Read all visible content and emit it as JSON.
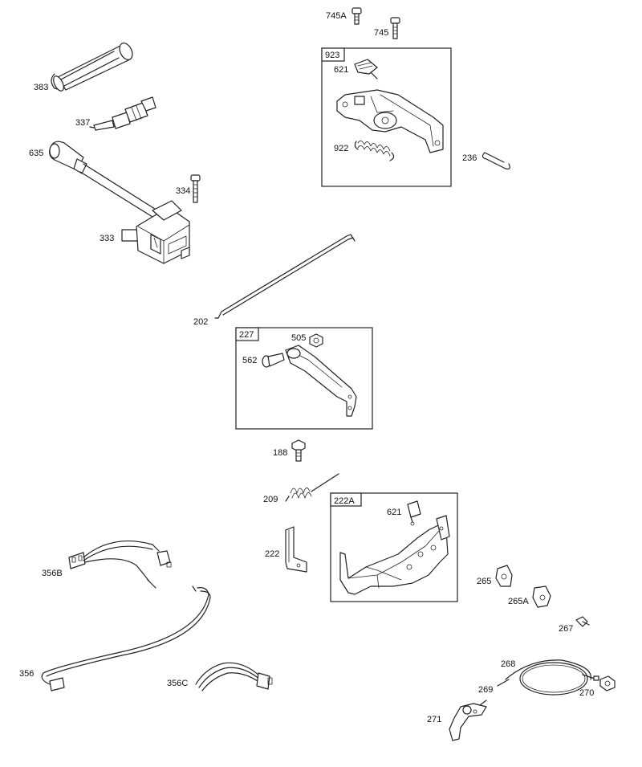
{
  "groups": {
    "g923": "923",
    "g227": "227",
    "g222A": "222A"
  },
  "parts": {
    "p745A": "745A",
    "p745": "745",
    "p383": "383",
    "p337": "337",
    "p635": "635",
    "p334": "334",
    "p333": "333",
    "p621_top": "621",
    "p922": "922",
    "p236": "236",
    "p202": "202",
    "p505": "505",
    "p562": "562",
    "p188": "188",
    "p209": "209",
    "p621_bottom": "621",
    "p222": "222",
    "p356B": "356B",
    "p356": "356",
    "p356C": "356C",
    "p265": "265",
    "p265A": "265A",
    "p267": "267",
    "p268": "268",
    "p269": "269",
    "p270": "270",
    "p271": "271"
  }
}
